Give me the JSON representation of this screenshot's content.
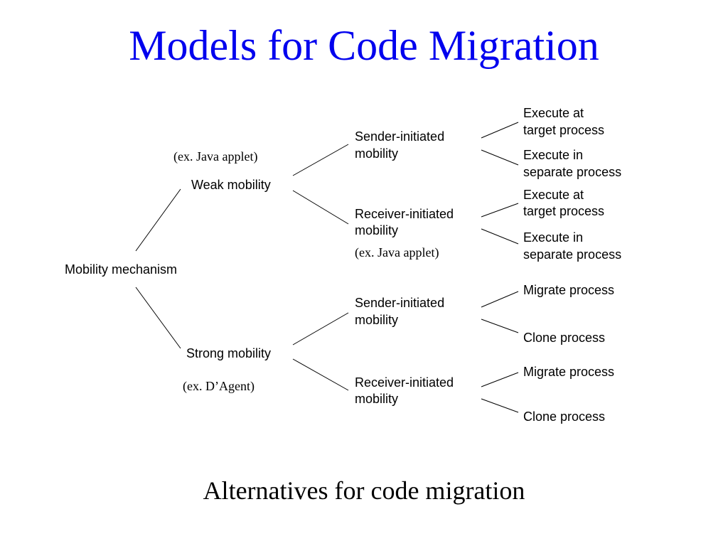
{
  "slide": {
    "title": "Models for Code Migration",
    "caption": "Alternatives for code migration",
    "title_color": "#0000ee",
    "text_color": "#000000"
  },
  "tree": {
    "root": "Mobility mechanism",
    "weak": {
      "label": "Weak mobility",
      "example": "(ex. Java applet)",
      "sender": {
        "line1": "Sender-initiated",
        "line2": "mobility",
        "leaf_a": [
          "Execute at",
          "target process"
        ],
        "leaf_b": [
          "Execute in",
          "separate process"
        ]
      },
      "receiver": {
        "line1": "Receiver-initiated",
        "line2": "mobility",
        "example": "(ex. Java applet)",
        "leaf_a": [
          "Execute at",
          "target process"
        ],
        "leaf_b": [
          "Execute in",
          "separate process"
        ]
      }
    },
    "strong": {
      "label": "Strong mobility",
      "example": "(ex. D’Agent)",
      "sender": {
        "line1": "Sender-initiated",
        "line2": "mobility",
        "leaf_a": "Migrate process",
        "leaf_b": "Clone process"
      },
      "receiver": {
        "line1": "Receiver-initiated",
        "line2": "mobility",
        "leaf_a": "Migrate process",
        "leaf_b": "Clone process"
      }
    }
  }
}
